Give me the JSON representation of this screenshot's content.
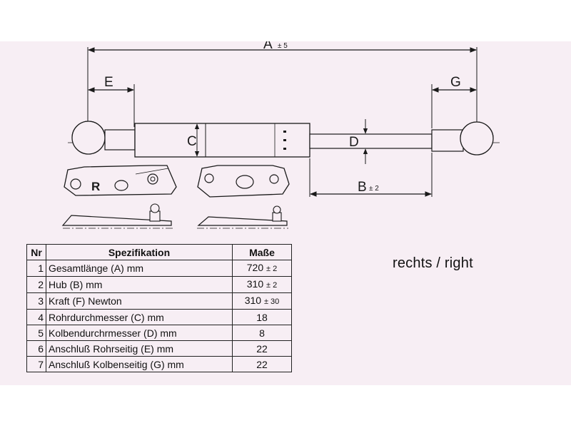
{
  "side_label": "rechts / right",
  "dimension_labels": {
    "A": "A",
    "A_tol": "± 5",
    "B": "B",
    "B_tol": "± 2",
    "C": "C",
    "D": "D",
    "E": "E",
    "G": "G",
    "R": "R"
  },
  "table": {
    "headers": {
      "nr": "Nr",
      "spec": "Spezifikation",
      "value": "Maße"
    },
    "rows": [
      {
        "nr": "1",
        "spec": "Gesamtlänge (A) mm",
        "value": "720",
        "tol": "± 2"
      },
      {
        "nr": "2",
        "spec": "Hub (B)   mm",
        "value": "310",
        "tol": "± 2"
      },
      {
        "nr": "3",
        "spec": "Kraft (F) Newton",
        "value": "310",
        "tol": "± 30"
      },
      {
        "nr": "4",
        "spec": "Rohrdurchmesser (C) mm",
        "value": "18",
        "tol": ""
      },
      {
        "nr": "5",
        "spec": "Kolbendurchrmesser (D) mm",
        "value": "8",
        "tol": ""
      },
      {
        "nr": "6",
        "spec": "Anschluß Rohrseitig (E) mm",
        "value": "22",
        "tol": ""
      },
      {
        "nr": "7",
        "spec": "Anschluß Kolbenseitig (G) mm",
        "value": "22",
        "tol": ""
      }
    ]
  },
  "colors": {
    "background": "#f7eef4",
    "ink": "#1a1a1a"
  }
}
